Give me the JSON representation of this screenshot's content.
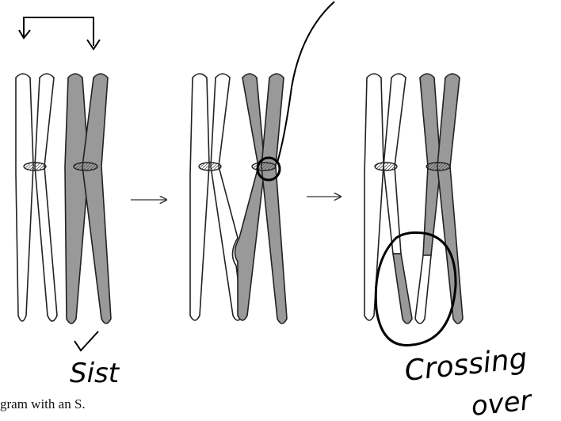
{
  "figure": {
    "stage_count": 3,
    "chromosome_colors": {
      "light": "#ffffff",
      "dark": "#999999",
      "outline": "#222222",
      "ink": "#000000"
    }
  },
  "annotations": {
    "sister_label": "Sist",
    "crossing_label_line1": "Crossing",
    "crossing_label_line2": "over"
  },
  "caption": "gram with an S."
}
